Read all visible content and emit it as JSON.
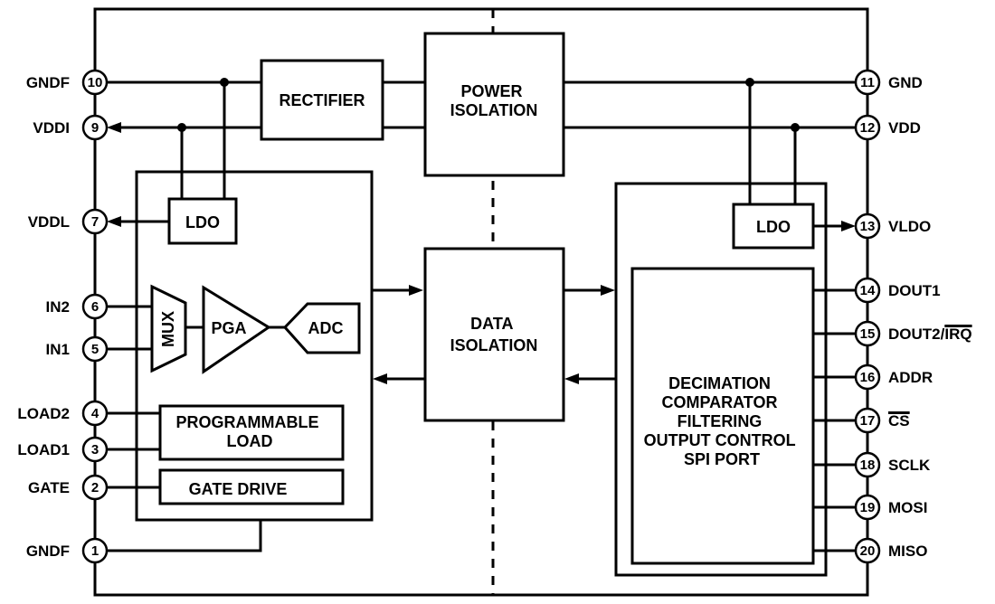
{
  "pins_left": [
    {
      "num": "10",
      "name": "GNDF"
    },
    {
      "num": "9",
      "name": "VDDI"
    },
    {
      "num": "7",
      "name": "VDDL"
    },
    {
      "num": "6",
      "name": "IN2"
    },
    {
      "num": "5",
      "name": "IN1"
    },
    {
      "num": "4",
      "name": "LOAD2"
    },
    {
      "num": "3",
      "name": "LOAD1"
    },
    {
      "num": "2",
      "name": "GATE"
    },
    {
      "num": "1",
      "name": "GNDF"
    }
  ],
  "pins_right": [
    {
      "num": "11",
      "name": "GND"
    },
    {
      "num": "12",
      "name": "VDD"
    },
    {
      "num": "13",
      "name": "VLDO"
    },
    {
      "num": "14",
      "name": "DOUT1"
    },
    {
      "num": "15",
      "name": "DOUT2/",
      "name_overbar": "IRQ"
    },
    {
      "num": "16",
      "name": "ADDR"
    },
    {
      "num": "17",
      "name": "",
      "name_overbar": "CS"
    },
    {
      "num": "18",
      "name": "SCLK"
    },
    {
      "num": "19",
      "name": "MOSI"
    },
    {
      "num": "20",
      "name": "MISO"
    }
  ],
  "blocks": {
    "rectifier": "RECTIFIER",
    "power_isolation": [
      "POWER",
      "ISOLATION"
    ],
    "ldo_left": "LDO",
    "ldo_right": "LDO",
    "mux": "MUX",
    "pga": "PGA",
    "adc": "ADC",
    "data_isolation": [
      "DATA",
      "ISOLATION"
    ],
    "programmable_load": [
      "PROGRAMMABLE",
      "LOAD"
    ],
    "gate_drive": "GATE DRIVE",
    "digital_core": [
      "DECIMATION",
      "COMPARATOR",
      "FILTERING",
      "OUTPUT CONTROL",
      "SPI PORT"
    ]
  }
}
